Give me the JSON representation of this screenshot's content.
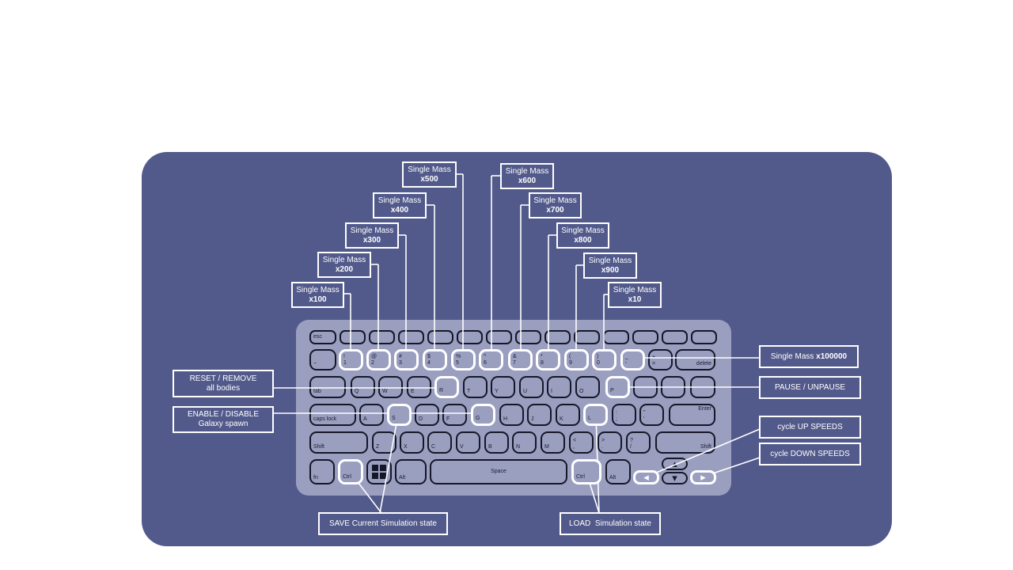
{
  "colors": {
    "panel": "#525a8b",
    "keyboard": "#9a9fc0",
    "key_border": "#151728",
    "highlight": "#ffffff"
  },
  "keys": {
    "esc": "esc",
    "num1": "!\n1",
    "num2": "@\n2",
    "num3": "#\n3",
    "num4": "$\n4",
    "num5": "%\n5",
    "num6": "^\n6",
    "num7": "&\n7",
    "num8": "*\n8",
    "num9": "(\n9",
    "num0": ")\n0",
    "minus": "_\n-",
    "equals": "+\n=",
    "tilde": "~",
    "delete": "delete",
    "tab": "tab",
    "q": "Q",
    "w": "W",
    "e": "E",
    "r": "R",
    "t": "T",
    "y": "Y",
    "u": "U",
    "i": "I",
    "o": "O",
    "p": "P",
    "caps": "caps lock",
    "a": "A",
    "s": "S",
    "d": "D",
    "f": "F",
    "g": "G",
    "h": "H",
    "j": "J",
    "k": "K",
    "l": "L",
    "semicolon": ":\n;",
    "quote": "\"\n'",
    "enter": "Enter",
    "shift_l": "Shift",
    "z": "Z",
    "x": "X",
    "c": "C",
    "v": "V",
    "b": "B",
    "n": "N",
    "m": "M",
    "comma": "<\n,",
    "period": ">\n.",
    "slash": "?\n/",
    "shift_r": "Shift",
    "fn": "fn",
    "ctrl_l": "Ctrl",
    "alt_l": "Alt",
    "space": "Space",
    "ctrl_r": "Ctrl",
    "alt_r": "Alt"
  },
  "callouts": {
    "x100": {
      "line1": "Single Mass",
      "line2": "x100"
    },
    "x200": {
      "line1": "Single Mass",
      "line2": "x200"
    },
    "x300": {
      "line1": "Single Mass",
      "line2": "x300"
    },
    "x400": {
      "line1": "Single Mass",
      "line2": "x400"
    },
    "x500": {
      "line1": "Single Mass",
      "line2": "x500"
    },
    "x600": {
      "line1": "Single Mass",
      "line2": "x600"
    },
    "x700": {
      "line1": "Single Mass",
      "line2": "x700"
    },
    "x800": {
      "line1": "Single Mass",
      "line2": "x800"
    },
    "x900": {
      "line1": "Single Mass",
      "line2": "x900"
    },
    "x10": {
      "line1": "Single Mass",
      "line2": "x10"
    },
    "x100000": {
      "line1": "Single Mass ",
      "line2": "x100000"
    },
    "reset": {
      "line1": "RESET / REMOVE",
      "line2": "all bodies"
    },
    "galaxy": {
      "line1": "ENABLE / DISABLE",
      "line2": "Galaxy spawn"
    },
    "pause": "PAUSE / UNPAUSE",
    "speed_up": "cycle UP SPEEDS",
    "speed_down": "cycle DOWN SPEEDS",
    "save": "SAVE Current Simulation state",
    "load": "LOAD  Simulation state"
  }
}
